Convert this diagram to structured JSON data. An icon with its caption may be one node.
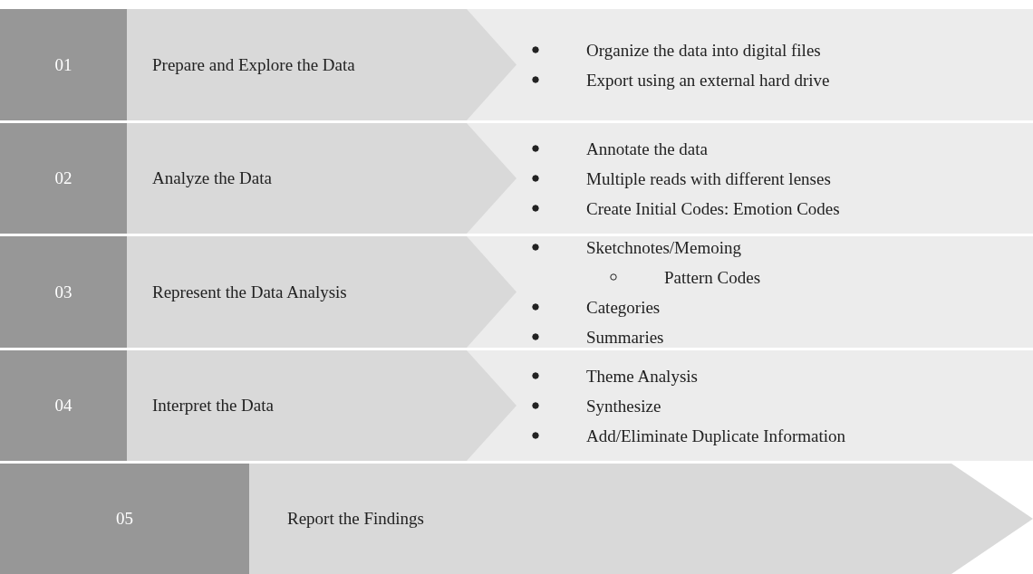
{
  "diagram": {
    "nodes": [
      {
        "text": [
          "01"
        ]
      },
      {
        "text": [
          "Prepare and Explore the Data"
        ]
      },
      {
        "text": [
          "Organize the data into digital files",
          "Export using an external hard drive"
        ]
      },
      {
        "text": [
          "02"
        ]
      },
      {
        "text": [
          "Analyze the Data"
        ]
      },
      {
        "text": [
          "Annotate the data",
          "Multiple reads with different lenses",
          "Create Initial Codes: Emotion Codes"
        ]
      },
      {
        "text": [
          "03"
        ]
      },
      {
        "text": [
          "Represent the Data Analysis"
        ]
      },
      {
        "text": [
          "Sketchnotes/Memoing",
          "Pattern Codes",
          "Categories",
          "Summaries"
        ]
      },
      {
        "text": [
          "04"
        ]
      },
      {
        "text": [
          "Interpret the Data"
        ]
      },
      {
        "text": [
          "Theme Analysis",
          "Synthesize",
          "Add/Eliminate Duplicate Information"
        ]
      },
      {
        "text": [
          "05"
        ]
      },
      {
        "text": [
          "Report the Findings"
        ]
      }
    ]
  }
}
